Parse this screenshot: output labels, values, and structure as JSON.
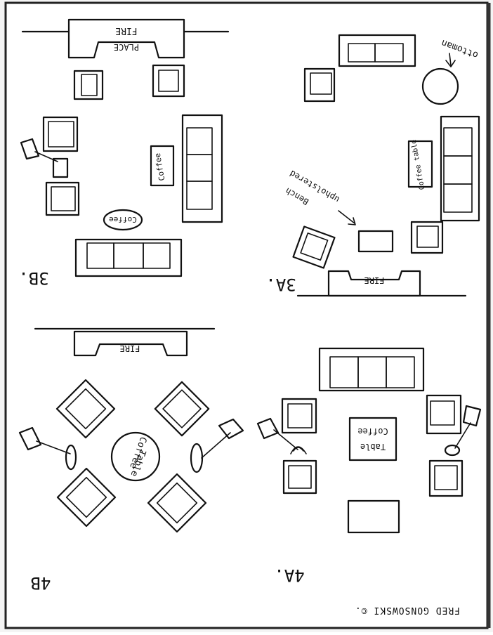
{
  "page": {
    "signature": "FRED GONSOWSKI ©."
  },
  "plans": {
    "p3b": {
      "label": "3B.",
      "fireplace_top": "FIRE",
      "fireplace_bottom": "PLACE",
      "coffee_table": "Coffee",
      "side_table": "Coffee"
    },
    "p3a": {
      "label": "3A.",
      "fireplace": "FIRE",
      "ottoman": "ottoman",
      "side_table": "Coffee table",
      "bench_line1": "upholstered",
      "bench_line2": "Bench"
    },
    "p4b": {
      "label": "4B",
      "fireplace": "FIRE",
      "coffee_line1": "Coffee",
      "coffee_line2": "Table"
    },
    "p4a": {
      "label": "4A.",
      "coffee_line1": "Coffee",
      "coffee_line2": "Table"
    }
  }
}
